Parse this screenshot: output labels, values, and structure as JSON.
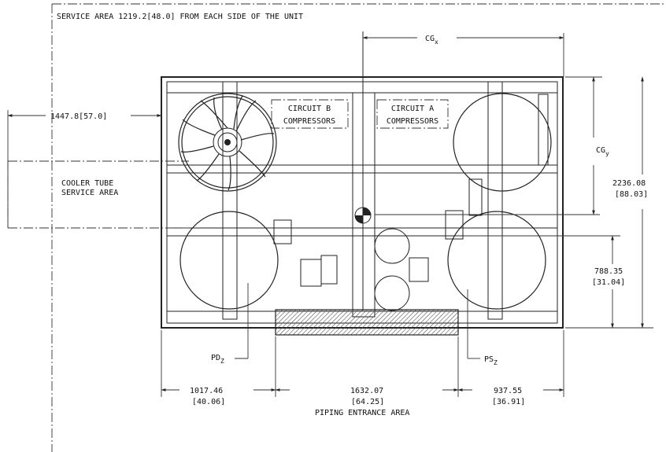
{
  "notes": {
    "service_area": "SERVICE AREA 1219.2[48.0] FROM EACH SIDE OF THE UNIT",
    "cooler_tube_line1": "COOLER TUBE",
    "cooler_tube_line2": "SERVICE AREA",
    "piping_entrance": "PIPING ENTRANCE AREA"
  },
  "circuits": {
    "b_line1": "CIRCUIT B",
    "b_line2": "COMPRESSORS",
    "a_line1": "CIRCUIT A",
    "a_line2": "COMPRESSORS"
  },
  "labels": {
    "cgx": "CG",
    "cgx_sub": "x",
    "cgy": "CG",
    "cgy_sub": "y",
    "pdz": "PD",
    "pdz_sub": "Z",
    "psz": "PS",
    "psz_sub": "Z"
  },
  "dimensions": {
    "left_clearance": "1447.8[57.0]",
    "total_depth": "2236.08",
    "total_depth_in": "[88.03]",
    "inner_depth": "788.35",
    "inner_depth_in": "[31.04]",
    "bottom_left": "1017.46",
    "bottom_left_in": "[40.06]",
    "bottom_middle": "1632.07",
    "bottom_middle_in": "[64.25]",
    "bottom_right": "937.55",
    "bottom_right_in": "[36.91]"
  }
}
